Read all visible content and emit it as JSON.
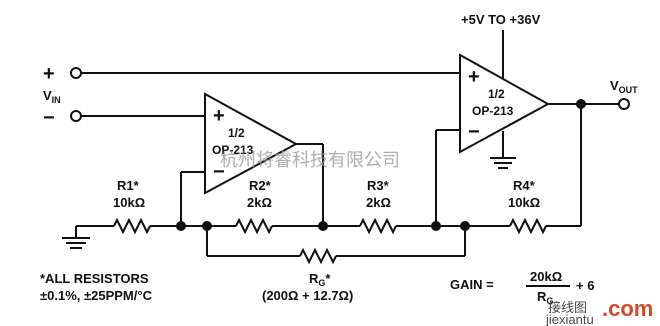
{
  "supply_label": "+5V TO +36V",
  "input_plus": "+",
  "input_minus": "−",
  "vin_label": "V",
  "vin_sub": "IN",
  "vout_label": "V",
  "vout_sub": "OUT",
  "amp1": {
    "section": "1/2",
    "part": "OP-213",
    "plus": "+",
    "minus": "−"
  },
  "amp2": {
    "section": "1/2",
    "part": "OP-213",
    "plus": "+",
    "minus": "−"
  },
  "r1": {
    "name": "R1*",
    "value": "10kΩ"
  },
  "r2": {
    "name": "R2*",
    "value": "2kΩ"
  },
  "r3": {
    "name": "R3*",
    "value": "2kΩ"
  },
  "r4": {
    "name": "R4*",
    "value": "10kΩ"
  },
  "rg": {
    "name": "R",
    "sub": "G",
    "star": "*",
    "value": "(200Ω + 12.7Ω)"
  },
  "note_line1": "*ALL RESISTORS",
  "note_line2": "±0.1%, ±25PPM/°C",
  "gain_label": "GAIN =",
  "gain_numerator": "20kΩ",
  "gain_denominator": "R",
  "gain_denominator_sub": "G",
  "gain_add": "+ 6",
  "watermark": "杭州将睿科技有限公司",
  "site_logo": "接线图",
  "site_name": "jiexiantu",
  "site_tld": ".com"
}
